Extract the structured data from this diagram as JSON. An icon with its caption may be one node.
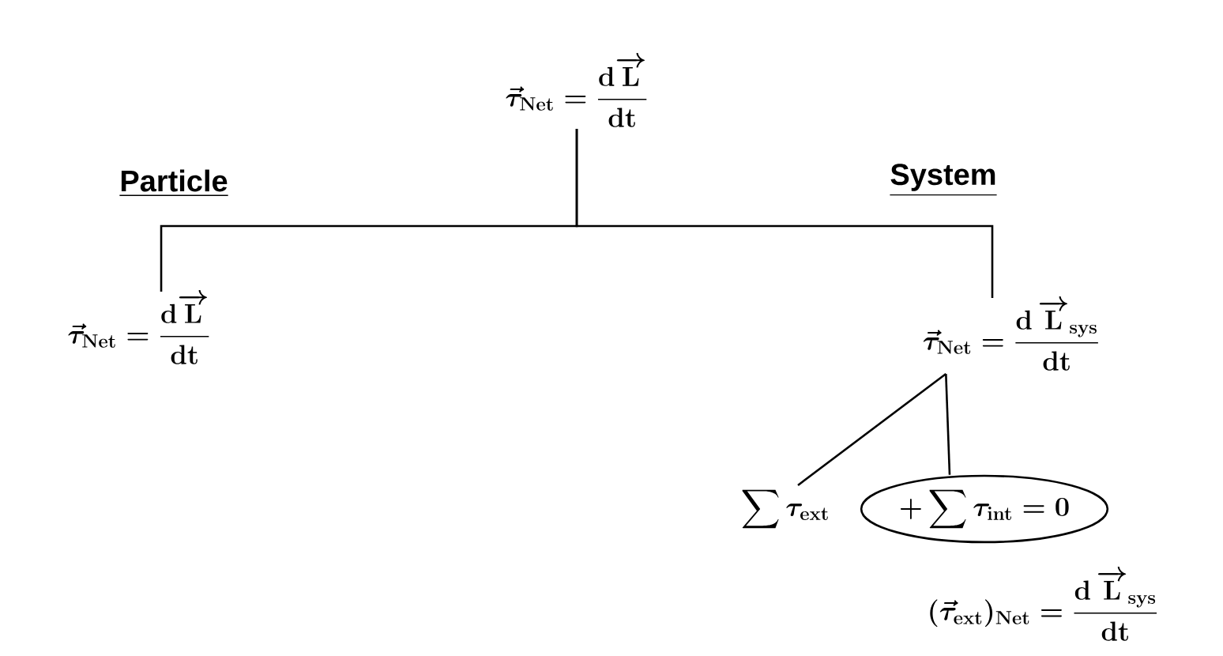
{
  "diagram": {
    "nodes": [
      {
        "text": [
          "\\vec{\\tau}_{\\mathbf{Net}} = \\frac{\\mathbf{d}\\overrightarrow{\\mathbf{L}}}{\\mathbf{dt}}"
        ]
      },
      {
        "text": [
          "\\vec{\\tau}_{\\mathbf{Net}} = \\frac{\\mathbf{d}\\overrightarrow{\\mathbf{L}}}{\\mathbf{dt}}"
        ]
      },
      {
        "text": [
          "\\vec{\\tau}_{\\mathbf{Net}} = \\frac{\\mathbf{d}\\,\\overrightarrow{\\mathbf{L}}_{\\mathbf{sys}}}{\\mathbf{dt}}"
        ]
      },
      {
        "text": [
          "\\sum \\tau_{\\mathbf{ext}}"
        ]
      },
      {
        "text": [
          "+\\sum \\tau_{\\mathbf{int}} = \\mathbf{0}"
        ]
      },
      {
        "text": [
          "(\\vec{\\tau}_{\\mathbf{ext}})_{\\mathbf{Net}} = \\frac{\\mathbf{d}\\,\\overrightarrow{\\mathbf{L}}_{\\mathbf{sys}}}{\\mathbf{dt}}"
        ]
      }
    ],
    "edges": [
      {
        "from": 0,
        "to": 1,
        "arrow": "none"
      },
      {
        "from": 0,
        "to": 2,
        "arrow": "none"
      },
      {
        "from": 2,
        "to": 3,
        "arrow": "none"
      },
      {
        "from": 2,
        "to": 4,
        "arrow": "none"
      }
    ],
    "labels": [
      "Particle",
      "System"
    ]
  }
}
